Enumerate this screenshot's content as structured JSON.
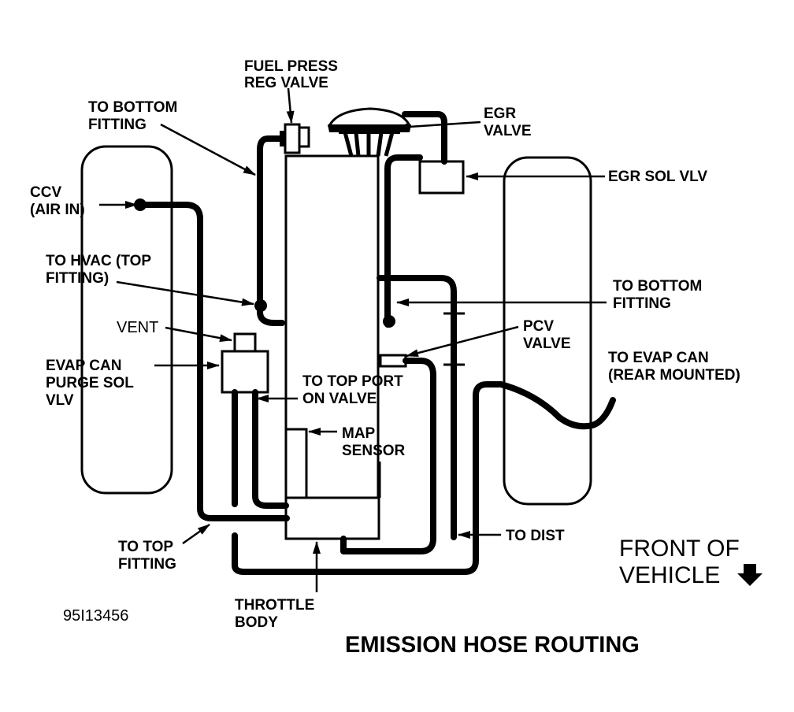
{
  "labels": {
    "fuel_press_reg_1": "FUEL PRESS",
    "fuel_press_reg_2": "REG VALVE",
    "egr_valve_1": "EGR",
    "egr_valve_2": "VALVE",
    "to_bottom_fitting_top_1": "TO BOTTOM",
    "to_bottom_fitting_top_2": "FITTING",
    "ccv_1": "CCV",
    "ccv_2": "(AIR IN)",
    "egr_sol_vlv": "EGR SOL VLV",
    "to_hvac_1": "TO HVAC (TOP",
    "to_hvac_2": "FITTING)",
    "to_bottom_fitting_right_1": "TO BOTTOM",
    "to_bottom_fitting_right_2": "FITTING",
    "vent": "VENT",
    "pcv_valve_1": "PCV",
    "pcv_valve_2": "VALVE",
    "evap_purge_1": "EVAP CAN",
    "evap_purge_2": "PURGE SOL",
    "evap_purge_3": "VLV",
    "to_evap_can_1": "TO EVAP CAN",
    "to_evap_can_2": "(REAR MOUNTED)",
    "to_top_port_1": "TO TOP PORT",
    "to_top_port_2": "ON VALVE",
    "map_sensor_1": "MAP",
    "map_sensor_2": "SENSOR",
    "to_dist": "TO DIST",
    "to_top_fitting_1": "TO TOP",
    "to_top_fitting_2": "FITTING",
    "throttle_body_1": "THROTTLE",
    "throttle_body_2": "BODY",
    "front_of_vehicle_1": "FRONT OF",
    "front_of_vehicle_2": "VEHICLE",
    "figure_id": "95I13456",
    "title": "EMISSION HOSE ROUTING"
  },
  "icons": {
    "front_arrow": "arrow-down-icon"
  }
}
